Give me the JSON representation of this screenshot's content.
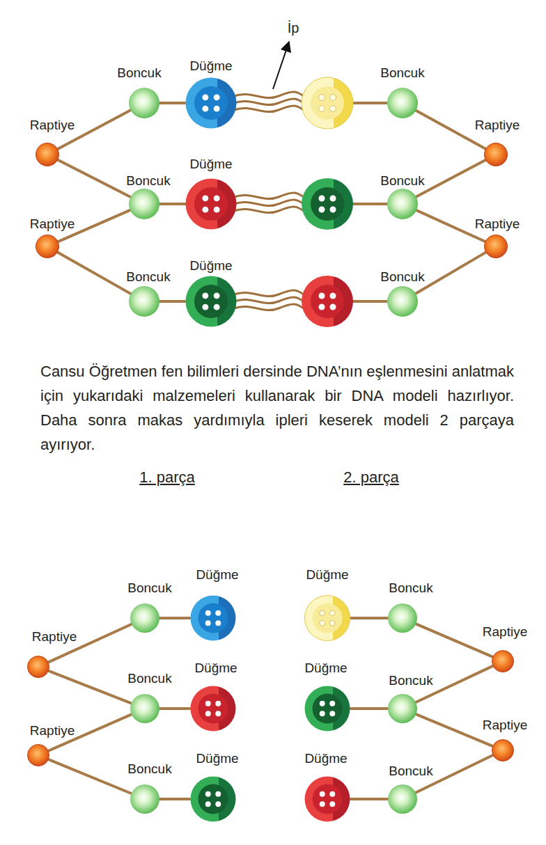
{
  "diagram": {
    "caption": "Cansu Öğretmen fen bilimleri dersinde DNA’nın eşlenmesini anlatmak için yukarıdaki malzemeleri kullanarak bir DNA modeli hazırlıyor. Daha sonra makas yardımıyla ipleri keserek modeli 2 parçaya ayırıyor.",
    "nodes": [
      {
        "text": [
          "Boncuk"
        ]
      },
      {
        "text": [
          "Düğme"
        ]
      },
      {
        "text": [
          "Boncuk"
        ]
      },
      {
        "text": [
          "Raptiye"
        ]
      },
      {
        "text": [
          "Raptiye"
        ]
      },
      {
        "text": [
          "Boncuk"
        ]
      },
      {
        "text": [
          "Düğme"
        ]
      },
      {
        "text": [
          "Boncuk"
        ]
      },
      {
        "text": [
          "Raptiye"
        ]
      },
      {
        "text": [
          "Raptiye"
        ]
      },
      {
        "text": [
          "Boncuk"
        ]
      },
      {
        "text": [
          "Düğme"
        ]
      },
      {
        "text": [
          "Boncuk"
        ]
      },
      {
        "text": [
          "Boncuk"
        ]
      },
      {
        "text": [
          "Düğme"
        ]
      },
      {
        "text": [
          "Düğme"
        ]
      },
      {
        "text": [
          "Boncuk"
        ]
      },
      {
        "text": [
          "Raptiye"
        ]
      },
      {
        "text": [
          "Raptiye"
        ]
      },
      {
        "text": [
          "Boncuk"
        ]
      },
      {
        "text": [
          "Düğme"
        ]
      },
      {
        "text": [
          "Düğme"
        ]
      },
      {
        "text": [
          "Boncuk"
        ]
      },
      {
        "text": [
          "Raptiye"
        ]
      },
      {
        "text": [
          "Raptiye"
        ]
      },
      {
        "text": [
          "Boncuk"
        ]
      },
      {
        "text": [
          "Düğme"
        ]
      },
      {
        "text": [
          "Düğme"
        ]
      },
      {
        "text": [
          "Boncuk"
        ]
      }
    ],
    "edges": [
      {
        "from": 3,
        "to": 0,
        "arrow": "none"
      },
      {
        "from": 3,
        "to": 5,
        "arrow": "none"
      },
      {
        "from": 8,
        "to": 5,
        "arrow": "none"
      },
      {
        "from": 8,
        "to": 10,
        "arrow": "none"
      },
      {
        "from": 0,
        "to": 1,
        "arrow": "none"
      },
      {
        "from": 5,
        "to": 6,
        "arrow": "none"
      },
      {
        "from": 10,
        "to": 11,
        "arrow": "none"
      },
      {
        "from": 2,
        "to": 4,
        "arrow": "none"
      },
      {
        "from": 7,
        "to": 4,
        "arrow": "none"
      },
      {
        "from": 7,
        "to": 9,
        "arrow": "none"
      },
      {
        "from": 12,
        "to": 9,
        "arrow": "none"
      },
      {
        "from": 17,
        "to": 13,
        "arrow": "none"
      },
      {
        "from": 17,
        "to": 19,
        "arrow": "none"
      },
      {
        "from": 23,
        "to": 19,
        "arrow": "none"
      },
      {
        "from": 23,
        "to": 25,
        "arrow": "none"
      },
      {
        "from": 13,
        "to": 14,
        "arrow": "none"
      },
      {
        "from": 19,
        "to": 20,
        "arrow": "none"
      },
      {
        "from": 25,
        "to": 26,
        "arrow": "none"
      },
      {
        "from": 15,
        "to": 16,
        "arrow": "none"
      },
      {
        "from": 21,
        "to": 22,
        "arrow": "none"
      },
      {
        "from": 27,
        "to": 28,
        "arrow": "none"
      },
      {
        "from": 16,
        "to": 18,
        "arrow": "none"
      },
      {
        "from": 22,
        "to": 18,
        "arrow": "none"
      },
      {
        "from": 22,
        "to": 24,
        "arrow": "none"
      },
      {
        "from": 28,
        "to": 24,
        "arrow": "none"
      }
    ],
    "labels": [
      "İp",
      "1. parça",
      "2. parça"
    ]
  }
}
